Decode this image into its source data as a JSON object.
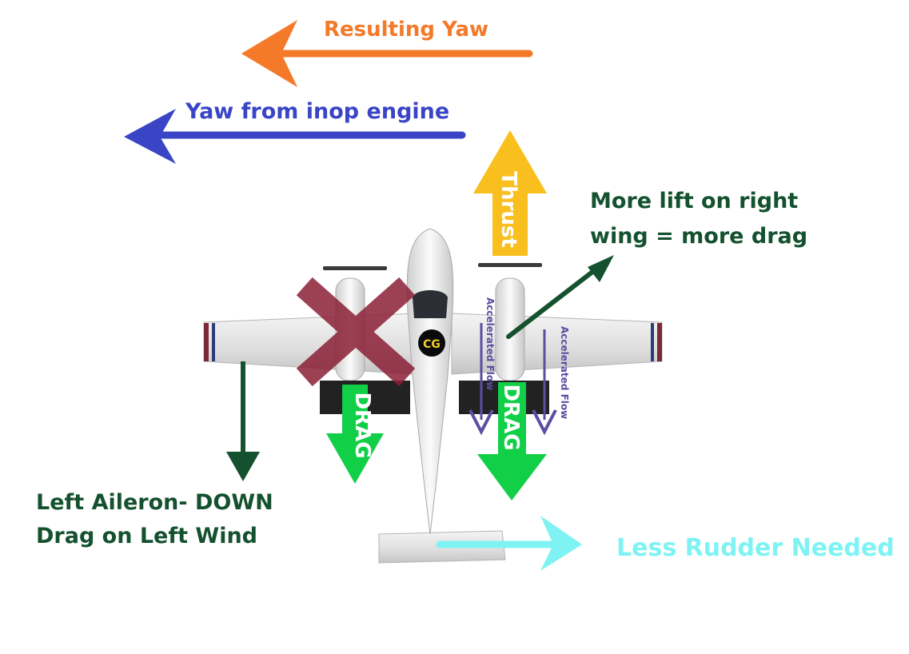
{
  "labels": {
    "resulting_yaw": "Resulting Yaw",
    "yaw_inop": "Yaw from inop engine",
    "more_lift_line1": "More lift on right",
    "more_lift_line2": "wing = more drag",
    "aileron_line1": "Left Aileron- DOWN",
    "aileron_line2": "Drag on Left Wind",
    "less_rudder": "Less Rudder Needed",
    "thrust": "Thrust",
    "drag_left": "DRAG",
    "drag_right": "DRAG",
    "cg": "CG",
    "accel_flow_1": "Accelerated Flow",
    "accel_flow_2": "Accelerated Flow"
  },
  "colors": {
    "orange": "#f47a2a",
    "blue": "#3a45c6",
    "dark_green": "#14512e",
    "cyan": "#7ff3f3",
    "thrust_yellow": "#f8bf1f",
    "drag_green": "#12cf48",
    "inop_x": "#8b2036",
    "flow_purple": "#5a4fa3"
  }
}
